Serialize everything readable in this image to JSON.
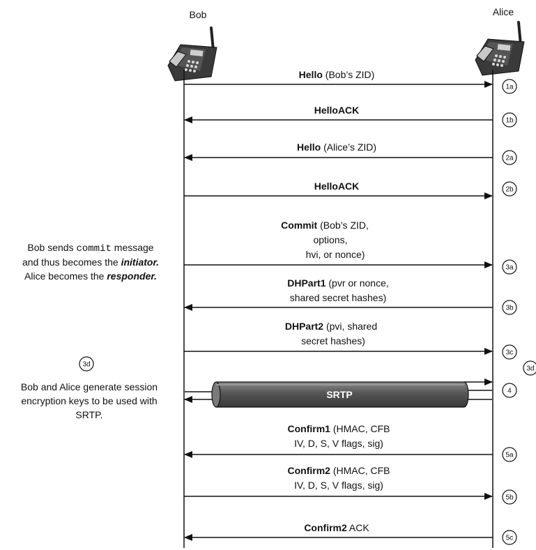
{
  "participants": {
    "left": "Bob",
    "right": "Alice"
  },
  "messages": [
    {
      "bold": "Hello",
      "rest": " (Bob’s ZID)"
    },
    {
      "bold": "HelloACK",
      "rest": ""
    },
    {
      "bold": "Hello",
      "rest": " (Alice’s ZID)"
    },
    {
      "bold": "HelloACK",
      "rest": ""
    },
    {
      "bold": "Commit",
      "rest": " (Bob’s ZID,",
      "line2": "options,",
      "line3": "hvi, or nonce)"
    },
    {
      "bold": "DHPart1",
      "rest": " (pvr or nonce,",
      "line2": "shared secret hashes)"
    },
    {
      "bold": "DHPart2",
      "rest": " (pvi, shared",
      "line2": "secret hashes)"
    },
    {
      "bold": "Confirm1",
      "rest": " (HMAC, CFB",
      "line2": "IV, D, S, V flags, sig)"
    },
    {
      "bold": "Confirm2",
      "rest": " (HMAC, CFB",
      "line2": "IV, D, S, V flags, sig)"
    },
    {
      "bold": "Confirm2",
      "rest": " ACK"
    }
  ],
  "steps": [
    "1a",
    "1b",
    "2a",
    "2b",
    "3a",
    "3b",
    "3c",
    "4",
    "5a",
    "5b",
    "5c"
  ],
  "side_step": "3d",
  "srtp_label": "SRTP",
  "note_commit": {
    "l1_pre": "Bob sends ",
    "l1_code": "commit",
    "l1_post": " message",
    "l2_pre": "and thus becomes the ",
    "l2_em": "initiator.",
    "l3_pre": "Alice becomes the ",
    "l3_em": "responder."
  },
  "note_keys": {
    "step": "3d",
    "l1": "Bob and Alice generate session",
    "l2": "encryption keys to be used with",
    "l3": "SRTP."
  },
  "colors": {
    "line": "#111111",
    "pipe": "#555555",
    "pipe_edge": "#9a9a9a",
    "phone_body": "#2f2f2f"
  }
}
